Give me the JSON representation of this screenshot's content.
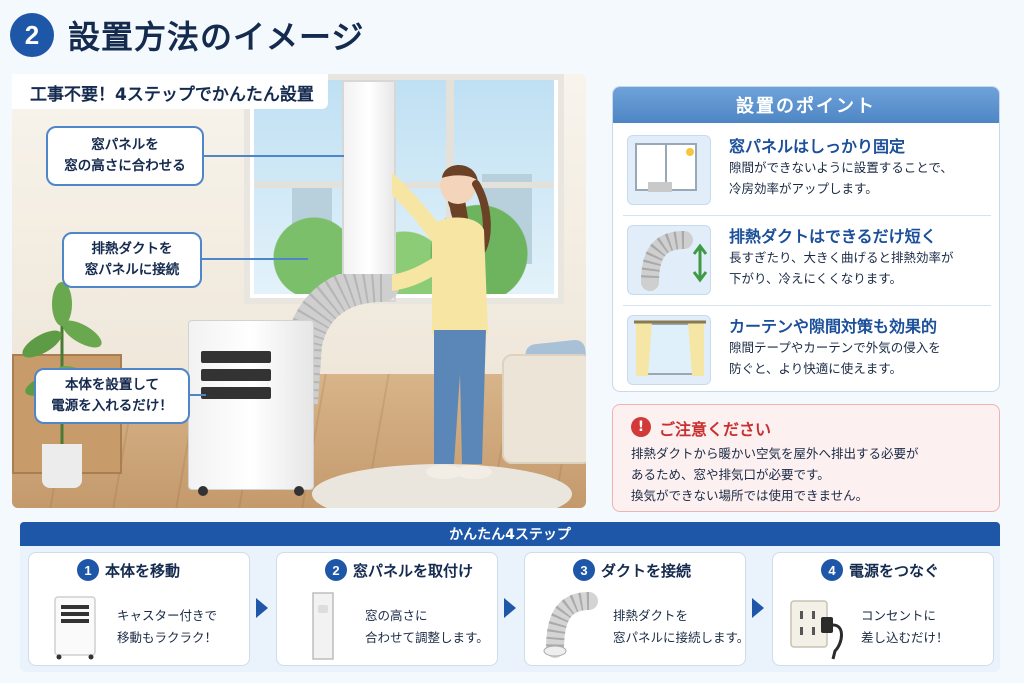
{
  "header": {
    "number": "2",
    "title": "設置方法のイメージ"
  },
  "scene": {
    "label": "工事不要！4ステップでかんたん設置",
    "callouts": [
      {
        "line1": "窓パネルを",
        "line2": "窓の高さに合わせる"
      },
      {
        "line1": "排熱ダクトを",
        "line2": "窓パネルに接続"
      },
      {
        "line1": "本体を設置して",
        "line2": "電源を入れるだけ！"
      }
    ]
  },
  "points": {
    "title": "設置のポイント",
    "items": [
      {
        "title": "窓パネルはしっかり固定",
        "desc1": "隙間ができないように設置することで、",
        "desc2": "冷房効率がアップします。",
        "icon": "window-panel-icon"
      },
      {
        "title": "排熱ダクトはできるだけ短く",
        "desc1": "長すぎたり、大きく曲げると排熱効率が",
        "desc2": "下がり、冷えにくくなります。",
        "icon": "duct-icon"
      },
      {
        "title": "カーテンや隙間対策も効果的",
        "desc1": "隙間テープやカーテンで外気の侵入を",
        "desc2": "防ぐと、より快適に使えます。",
        "icon": "curtain-icon"
      }
    ]
  },
  "caution": {
    "icon": "!",
    "title": "ご注意ください",
    "line1": "排熱ダクトから暖かい空気を屋外へ排出する必要が",
    "line2": "あるため、窓や排気口が必要です。",
    "line3": "換気ができない場所では使用できません。"
  },
  "steps": {
    "header": "かんたん4ステップ",
    "items": [
      {
        "num": "1",
        "title": "本体を移動",
        "desc1": "キャスター付きで",
        "desc2": "移動もラクラク！"
      },
      {
        "num": "2",
        "title": "窓パネルを取付け",
        "desc1": "窓の高さに",
        "desc2": "合わせて調整します。"
      },
      {
        "num": "3",
        "title": "ダクトを接続",
        "desc1": "排熱ダクトを",
        "desc2": "窓パネルに接続します。"
      },
      {
        "num": "4",
        "title": "電源をつなぐ",
        "desc1": "コンセントに",
        "desc2": "差し込むだけ！"
      }
    ]
  },
  "colors": {
    "primary": "#1e56a8",
    "accent": "#4f86c9",
    "caution": "#c8302f"
  }
}
